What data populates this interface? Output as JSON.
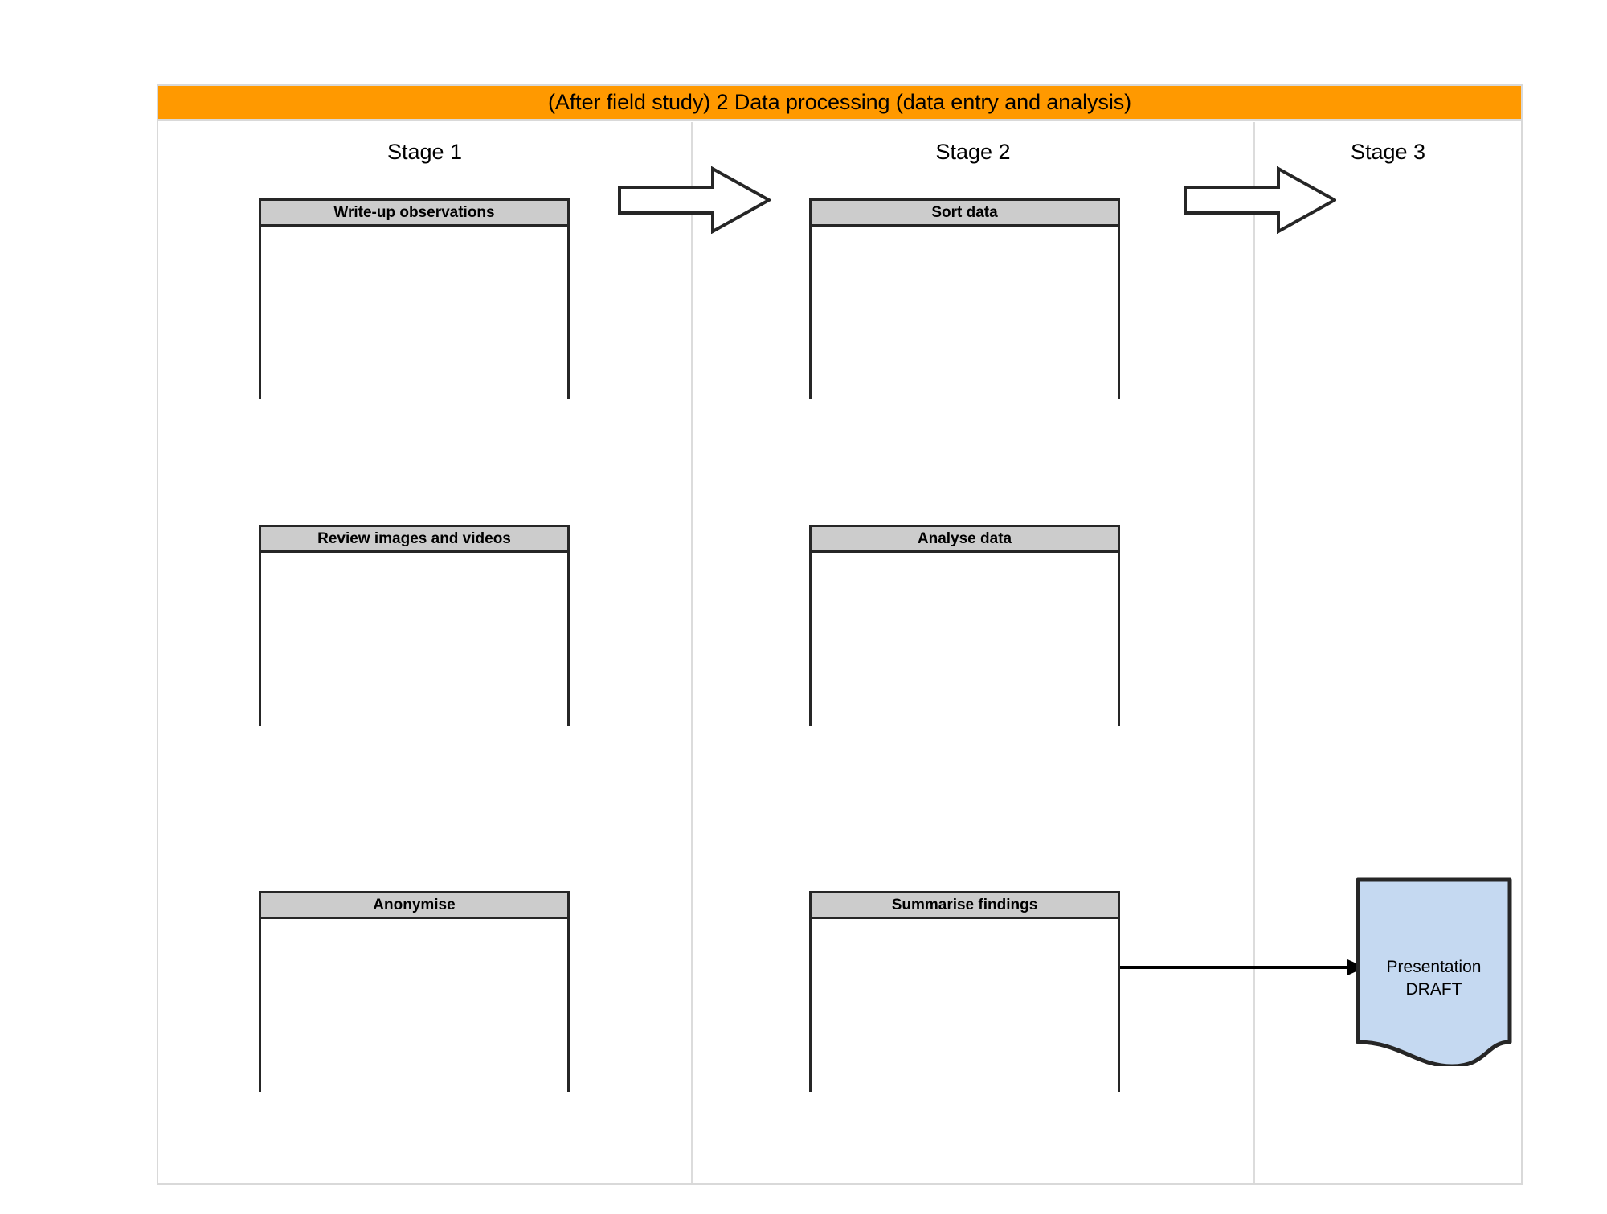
{
  "diagram": {
    "title": "(After field study) 2 Data processing (data entry and analysis)",
    "title_bar_color": "#ff9900",
    "stages": [
      {
        "label": "Stage 1"
      },
      {
        "label": "Stage 2"
      },
      {
        "label": "Stage 3"
      }
    ],
    "process_boxes": [
      {
        "label": "Write-up observations",
        "stage": "Stage 1",
        "row": 1
      },
      {
        "label": "Review images and videos",
        "stage": "Stage 1",
        "row": 2
      },
      {
        "label": "Anonymise",
        "stage": "Stage 1",
        "row": 3
      },
      {
        "label": "Sort data",
        "stage": "Stage 2",
        "row": 1
      },
      {
        "label": "Analyse data",
        "stage": "Stage 2",
        "row": 2
      },
      {
        "label": "Summarise findings",
        "stage": "Stage 2",
        "row": 3
      }
    ],
    "document": {
      "line1": "Presentation",
      "line2": "DRAFT",
      "fill_color": "#c5d9f1"
    },
    "connectors": {
      "stage1_to_stage2": "block-arrow-right",
      "stage2_to_stage3": "block-arrow-right",
      "summarise_to_presentation": "arrow-right"
    },
    "box_header_color": "#cccccc",
    "box_border_color": "#262626"
  }
}
